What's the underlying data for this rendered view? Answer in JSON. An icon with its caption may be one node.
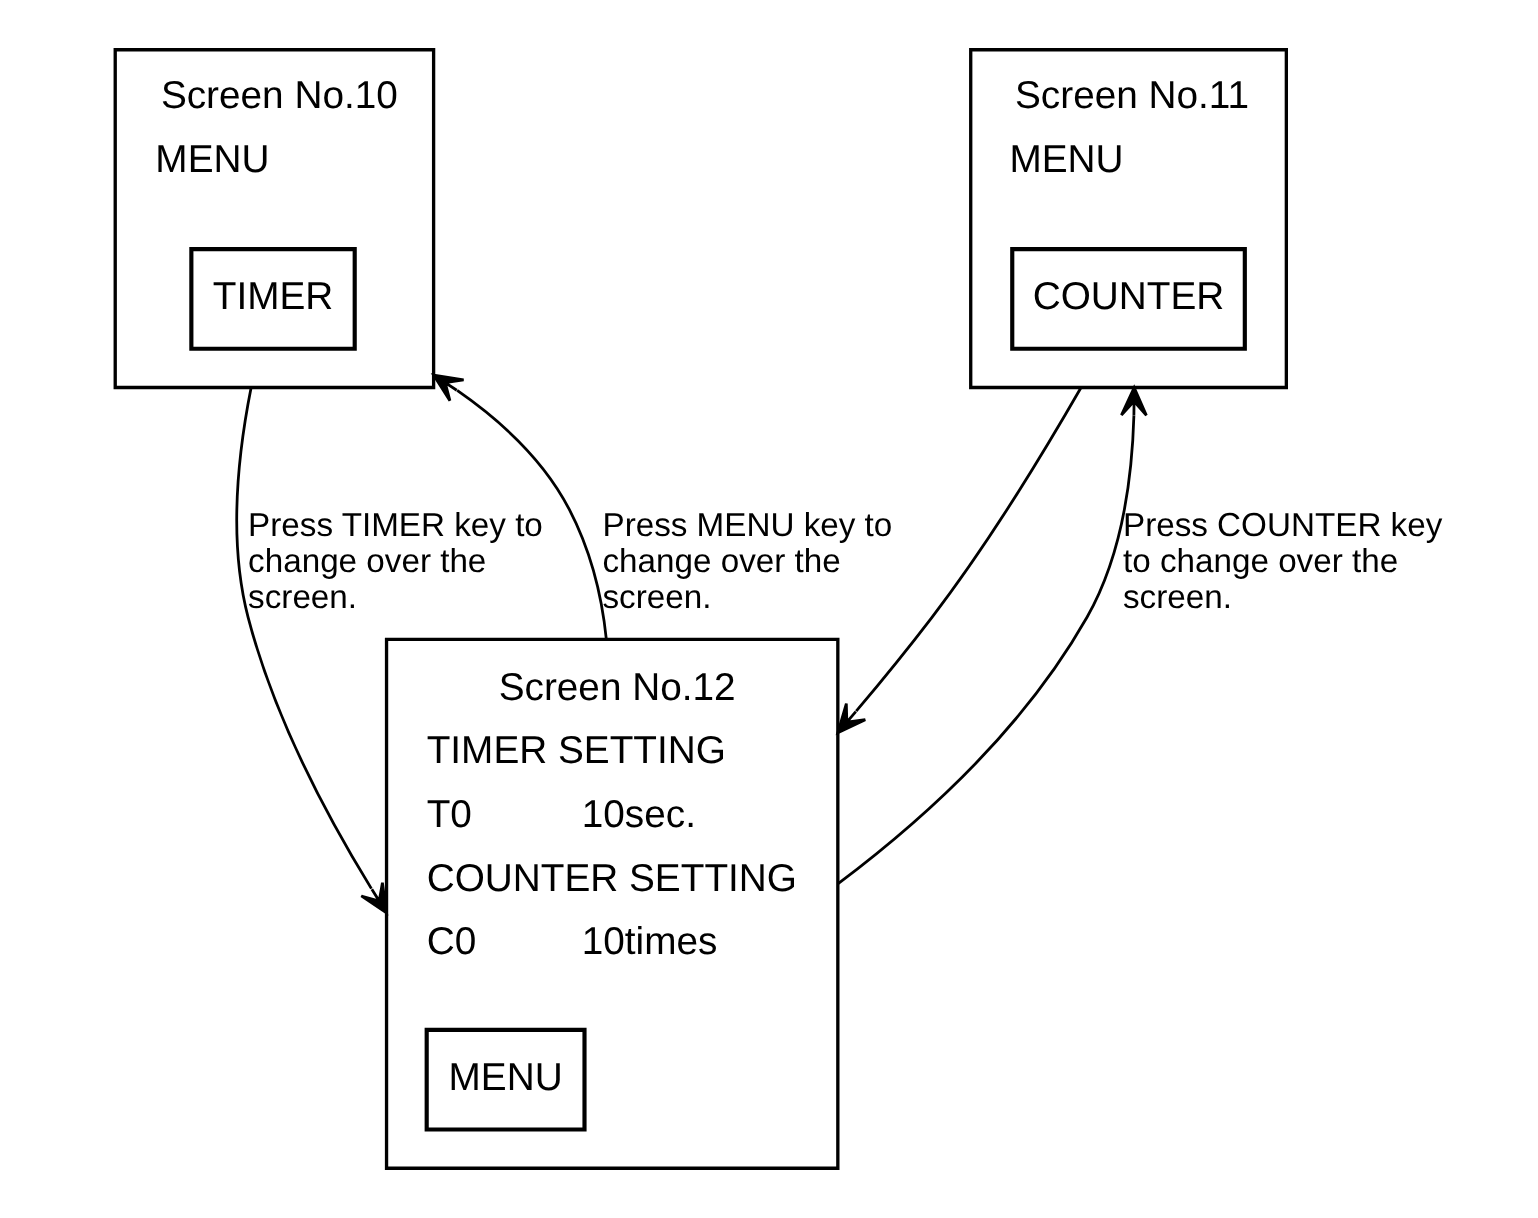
{
  "diagram": {
    "nodes": [
      {
        "text": [
          "Screen No.10",
          "MENU"
        ]
      },
      {
        "text": [
          "TIMER"
        ],
        "in": 0
      },
      {
        "text": [
          "Screen No.11",
          "MENU"
        ]
      },
      {
        "text": [
          "COUNTER"
        ],
        "in": 2
      },
      {
        "text": [
          "Screen No.12",
          "TIMER SETTING",
          "T0",
          "10sec.",
          "COUNTER SETTING",
          "C0",
          "10times"
        ]
      },
      {
        "text": [
          "MENU"
        ],
        "in": 4
      }
    ],
    "edges": [
      {
        "from": 0,
        "to": 4,
        "arrow": "to",
        "label": "Press TIMER key to change over the screen."
      },
      {
        "from": 4,
        "to": 0,
        "arrow": "to",
        "label": "Press MENU key to change over the screen."
      },
      {
        "from": 2,
        "to": 4,
        "arrow": "to"
      },
      {
        "from": 4,
        "to": 2,
        "arrow": "to",
        "label": "Press COUNTER key to change over the screen."
      }
    ]
  }
}
